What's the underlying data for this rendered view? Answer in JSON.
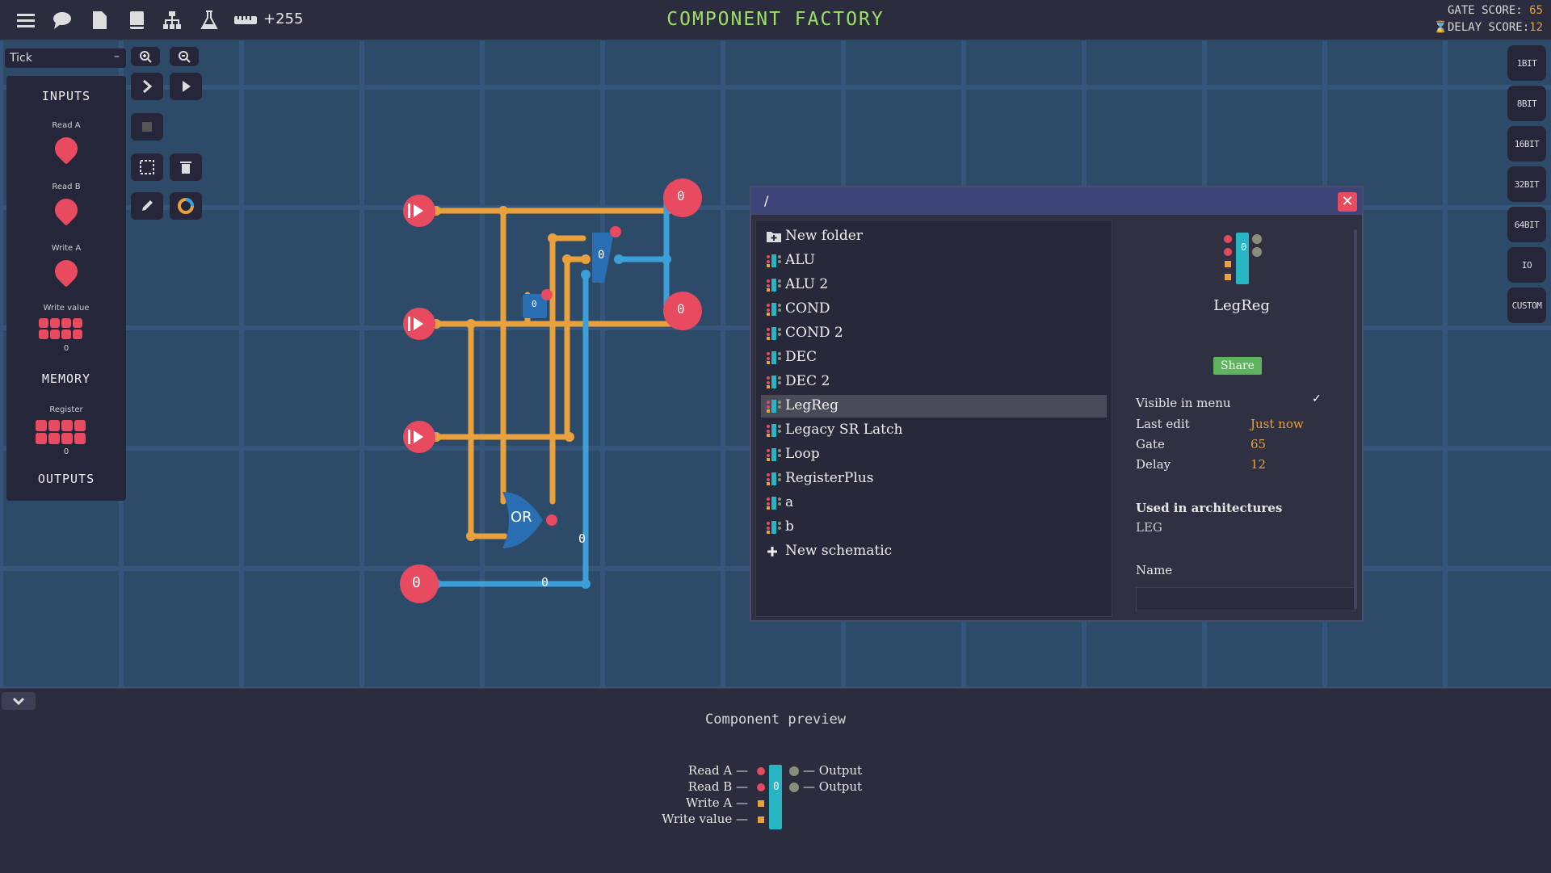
{
  "app": {
    "title": "COMPONENT FACTORY",
    "counter": "+255"
  },
  "scores": {
    "gate_label": "GATE SCORE:",
    "gate_value": "65",
    "delay_label": "DELAY SCORE:",
    "delay_value": "12"
  },
  "toolbar": {
    "icons": [
      "menu-icon",
      "chat-icon",
      "document-icon",
      "book-icon",
      "hierarchy-icon",
      "flask-icon",
      "ruler-icon"
    ]
  },
  "tick": {
    "label": "Tick",
    "symbol": "–"
  },
  "left_panel": {
    "inputs_heading": "INPUTS",
    "inputs": [
      "Read A",
      "Read B",
      "Write A"
    ],
    "write_value_label": "Write value",
    "write_value_num": "0",
    "memory_heading": "MEMORY",
    "register_label": "Register",
    "register_num": "0",
    "outputs_heading": "OUTPUTS"
  },
  "right_buttons": [
    "1BIT",
    "8BIT",
    "16BIT",
    "32BIT",
    "64BIT",
    "IO",
    "CUSTOM"
  ],
  "circuit": {
    "or_label": "OR",
    "zero": "0"
  },
  "dialog": {
    "path": "/",
    "close": "✕",
    "items": [
      {
        "label": "New folder",
        "kind": "folder"
      },
      {
        "label": "ALU",
        "kind": "schematic"
      },
      {
        "label": "ALU 2",
        "kind": "schematic"
      },
      {
        "label": "COND",
        "kind": "schematic"
      },
      {
        "label": "COND 2",
        "kind": "schematic"
      },
      {
        "label": "DEC",
        "kind": "schematic"
      },
      {
        "label": "DEC 2",
        "kind": "schematic"
      },
      {
        "label": "LegReg",
        "kind": "schematic"
      },
      {
        "label": "Legacy SR Latch",
        "kind": "schematic"
      },
      {
        "label": "Loop",
        "kind": "schematic"
      },
      {
        "label": "RegisterPlus",
        "kind": "schematic"
      },
      {
        "label": "a",
        "kind": "schematic"
      },
      {
        "label": "b",
        "kind": "schematic"
      },
      {
        "label": "New schematic",
        "kind": "new"
      }
    ],
    "selected": "LegReg",
    "details": {
      "name": "LegReg",
      "chip_value": "0",
      "share": "Share",
      "visible_label": "Visible in menu",
      "visible_check": "✓",
      "last_edit_label": "Last edit",
      "last_edit_value": "Just now",
      "gate_label": "Gate",
      "gate_value": "65",
      "delay_label": "Delay",
      "delay_value": "12",
      "used_label": "Used in architectures",
      "used_value": "LEG",
      "name_label": "Name",
      "name_value": ""
    }
  },
  "preview": {
    "title": "Component preview",
    "chip_value": "0",
    "inputs": [
      "Read A —",
      "Read B —",
      "Write A —",
      "Write value —"
    ],
    "outputs": [
      "— Output",
      "— Output"
    ]
  },
  "colors": {
    "accent_green": "#9ee067",
    "orange_wire": "#e8a13c",
    "blue_wire": "#3d9fd8",
    "red_pin": "#e84a5f",
    "teal_chip": "#27b5c4"
  }
}
